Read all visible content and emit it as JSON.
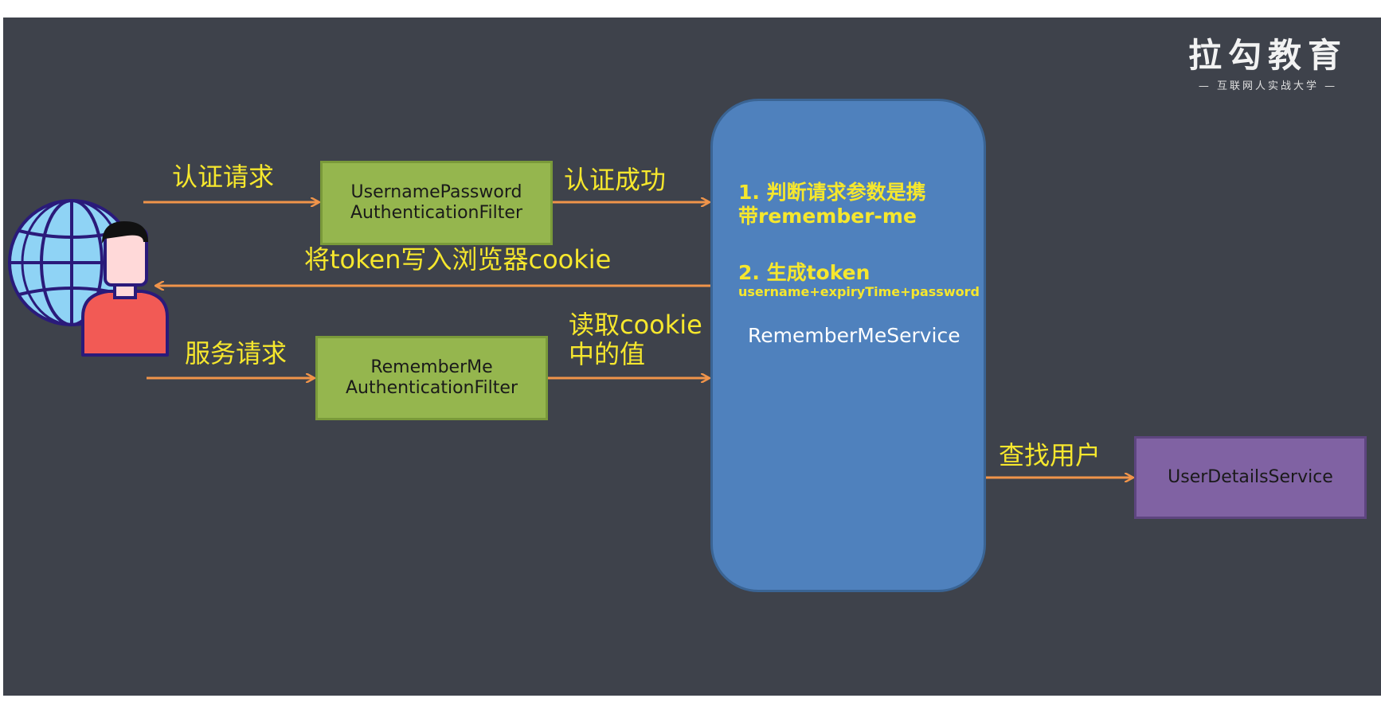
{
  "brand": {
    "title": "拉勾教育",
    "subtitle": "— 互联网人实战大学 —"
  },
  "labels": {
    "auth_request": "认证请求",
    "auth_success": "认证成功",
    "write_cookie": "将token写入浏览器cookie",
    "service_request": "服务请求",
    "read_cookie_line1": "读取cookie",
    "read_cookie_line2": "中的值",
    "find_user": "查找用户"
  },
  "boxes": {
    "upaf_line1": "UsernamePassword",
    "upaf_line2": "AuthenticationFilter",
    "rmaf_line1": "RememberMe",
    "rmaf_line2": "AuthenticationFilter",
    "uds": "UserDetailsService"
  },
  "remember_me_service": {
    "step1_line1": "1. 判断请求参数是携",
    "step1_line2": "带remember-me",
    "step2": "2.  生成token",
    "step2_detail": "username+expiryTime+password",
    "name": "RememberMeService"
  },
  "colors": {
    "background": "#3e424b",
    "arrow": "#f0944a",
    "label": "#f6e72d",
    "filter_box": "#95b64e",
    "service": "#4f81bd",
    "user_details": "#8062a3"
  },
  "icons": [
    "globe-icon",
    "user-avatar-icon"
  ]
}
